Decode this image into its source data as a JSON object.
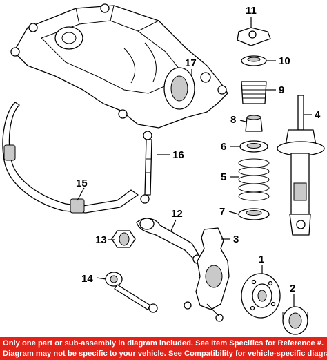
{
  "callouts": {
    "c1": "1",
    "c2": "2",
    "c3": "3",
    "c4": "4",
    "c5": "5",
    "c6": "6",
    "c7": "7",
    "c8": "8",
    "c9": "9",
    "c10": "10",
    "c11": "11",
    "c12": "12",
    "c13": "13",
    "c14": "14",
    "c15": "15",
    "c16": "16",
    "c17": "17"
  },
  "footer": {
    "line1": "Only one part or sub-assembly in diagram included. See Item Specifics for Reference #.",
    "line2": "Diagram may not be specific to your vehicle. See Compatibility for vehicle-specific diagrams."
  },
  "colors": {
    "banner": "#e2231a",
    "banner_text": "#ffffff",
    "line": "#000000"
  }
}
